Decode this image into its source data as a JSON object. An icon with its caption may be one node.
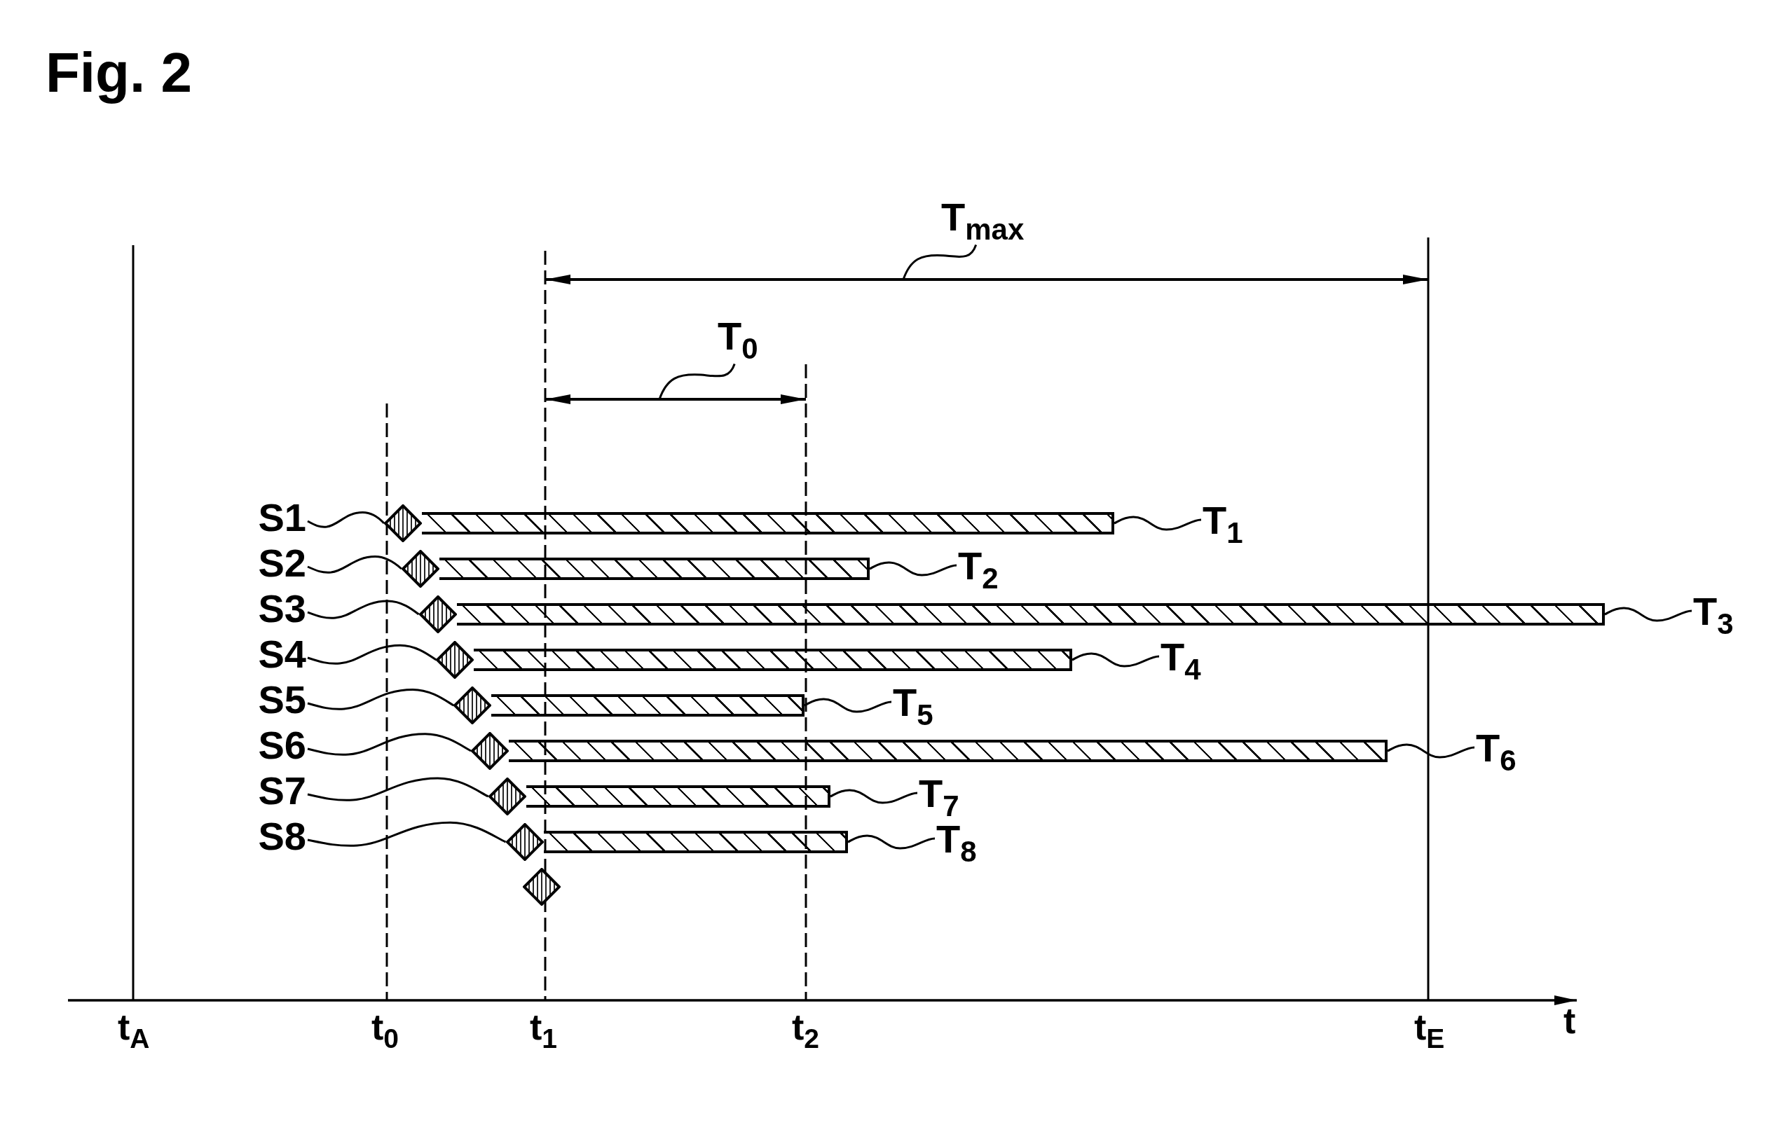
{
  "diagram": {
    "title": "Fig. 2",
    "nodes": [
      {
        "text": [
          "T$_{max}$"
        ]
      },
      {
        "text": [
          "T$_{0}$"
        ]
      },
      {
        "text": [
          "S1"
        ]
      },
      {
        "text": [],
        "shape": "diamond"
      },
      {
        "text": [],
        "shape": "bar"
      },
      {
        "text": [
          "T$_{1}$"
        ]
      },
      {
        "text": [
          "S2"
        ]
      },
      {
        "text": [],
        "shape": "diamond"
      },
      {
        "text": [],
        "shape": "bar"
      },
      {
        "text": [
          "T$_{2}$"
        ]
      },
      {
        "text": [
          "S3"
        ]
      },
      {
        "text": [],
        "shape": "diamond"
      },
      {
        "text": [],
        "shape": "bar"
      },
      {
        "text": [
          "T$_{3}$"
        ]
      },
      {
        "text": [
          "S4"
        ]
      },
      {
        "text": [],
        "shape": "diamond"
      },
      {
        "text": [],
        "shape": "bar"
      },
      {
        "text": [
          "T$_{4}$"
        ]
      },
      {
        "text": [
          "S5"
        ]
      },
      {
        "text": [],
        "shape": "diamond"
      },
      {
        "text": [],
        "shape": "bar"
      },
      {
        "text": [
          "T$_{5}$"
        ]
      },
      {
        "text": [
          "S6"
        ]
      },
      {
        "text": [],
        "shape": "diamond"
      },
      {
        "text": [],
        "shape": "bar"
      },
      {
        "text": [
          "T$_{6}$"
        ]
      },
      {
        "text": [
          "S7"
        ]
      },
      {
        "text": [],
        "shape": "diamond"
      },
      {
        "text": [],
        "shape": "bar"
      },
      {
        "text": [
          "T$_{7}$"
        ]
      },
      {
        "text": [
          "S8"
        ]
      },
      {
        "text": [],
        "shape": "diamond"
      },
      {
        "text": [],
        "shape": "bar"
      },
      {
        "text": [
          "T$_{8}$"
        ]
      },
      {
        "text": [],
        "shape": "diamond"
      }
    ],
    "edges": [
      {
        "from": 0,
        "to": null,
        "arrow": "none"
      },
      {
        "from": 1,
        "to": null,
        "arrow": "none"
      },
      {
        "from": 2,
        "to": 3,
        "arrow": "none"
      },
      {
        "from": 5,
        "to": 4,
        "arrow": "none"
      },
      {
        "from": 6,
        "to": 7,
        "arrow": "none"
      },
      {
        "from": 9,
        "to": 8,
        "arrow": "none"
      },
      {
        "from": 10,
        "to": 11,
        "arrow": "none"
      },
      {
        "from": 13,
        "to": 12,
        "arrow": "none"
      },
      {
        "from": 14,
        "to": 15,
        "arrow": "none"
      },
      {
        "from": 17,
        "to": 16,
        "arrow": "none"
      },
      {
        "from": 18,
        "to": 19,
        "arrow": "none"
      },
      {
        "from": 21,
        "to": 20,
        "arrow": "none"
      },
      {
        "from": 22,
        "to": 23,
        "arrow": "none"
      },
      {
        "from": 25,
        "to": 24,
        "arrow": "none"
      },
      {
        "from": 26,
        "to": 27,
        "arrow": "none"
      },
      {
        "from": 29,
        "to": 28,
        "arrow": "none"
      },
      {
        "from": 30,
        "to": 31,
        "arrow": "none"
      },
      {
        "from": 33,
        "to": 32,
        "arrow": "none"
      }
    ],
    "labels": [
      "t$_{A}$",
      "t$_{0}$",
      "t$_{1}$",
      "t$_{2}$",
      "t$_{E}$",
      "t"
    ]
  }
}
